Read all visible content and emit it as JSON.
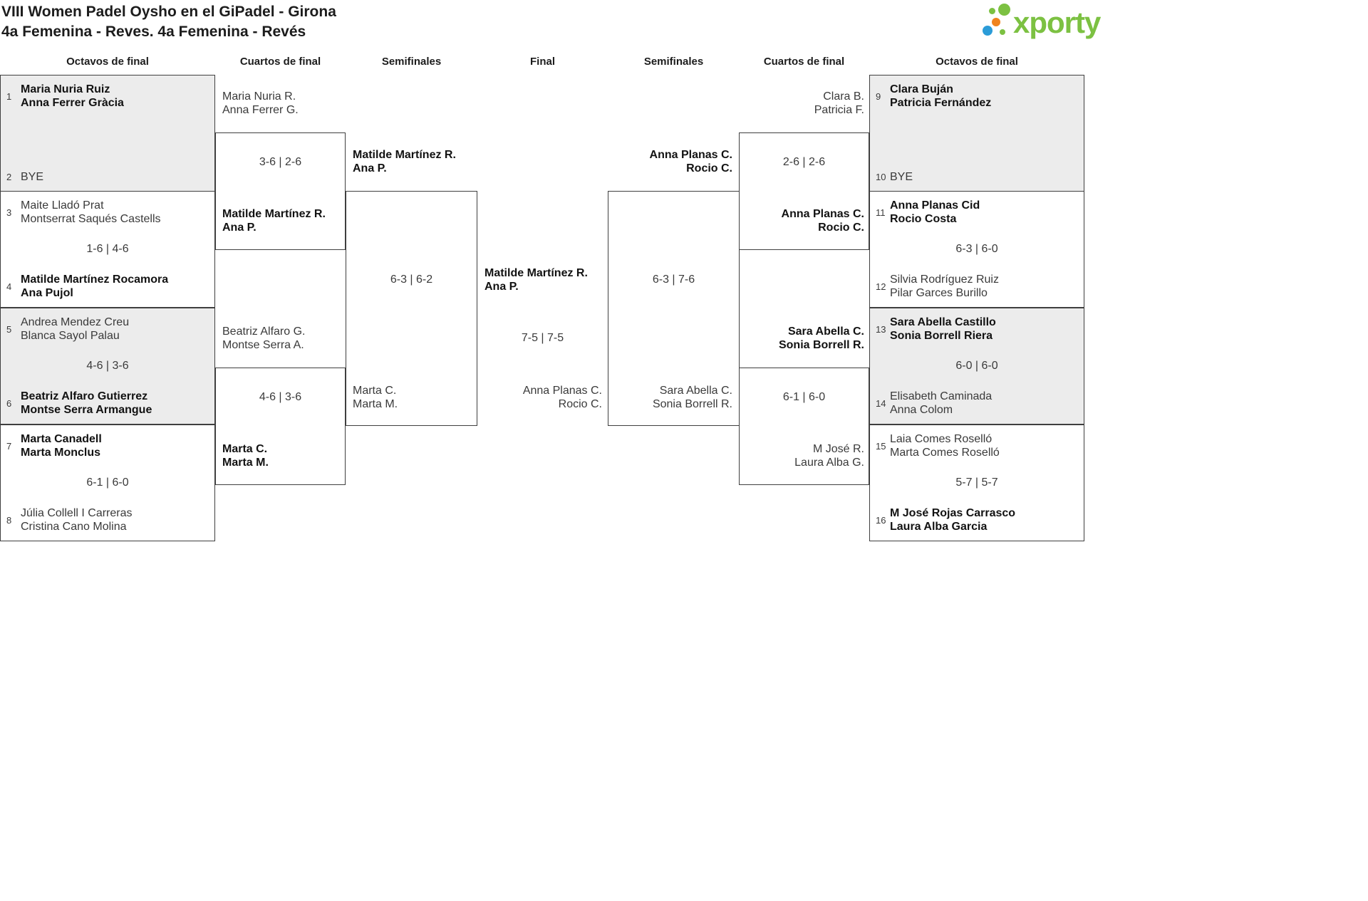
{
  "title": {
    "line1": "VIII Women Padel Oysho en el GiPadel - Girona",
    "line2": "4a Femenina - Reves. 4a Femenina - Revés"
  },
  "logo": {
    "text": "xporty"
  },
  "rounds": [
    "Octavos de final",
    "Cuartos de final",
    "Semifinales",
    "Final",
    "Semifinales",
    "Cuartos de final",
    "Octavos de final"
  ],
  "octavos_left": [
    {
      "seed_top": "1",
      "top1": "Maria Nuria Ruiz",
      "top2": "Anna Ferrer Gràcia",
      "score": "",
      "seed_bottom": "2",
      "bottom1": "BYE",
      "bottom2": ""
    },
    {
      "seed_top": "3",
      "top1": "Maite Lladó Prat",
      "top2": "Montserrat Saqués Castells",
      "score": "1-6 | 4-6",
      "seed_bottom": "4",
      "bottom1": "Matilde Martínez Rocamora",
      "bottom2": "Ana Pujol"
    },
    {
      "seed_top": "5",
      "top1": "Andrea Mendez Creu",
      "top2": "Blanca Sayol Palau",
      "score": "4-6 | 3-6",
      "seed_bottom": "6",
      "bottom1": "Beatriz Alfaro Gutierrez",
      "bottom2": "Montse Serra Armangue"
    },
    {
      "seed_top": "7",
      "top1": "Marta Canadell",
      "top2": "Marta Monclus",
      "score": "6-1 | 6-0",
      "seed_bottom": "8",
      "bottom1": "Júlia Collell I Carreras",
      "bottom2": "Cristina Cano Molina"
    }
  ],
  "octavos_right": [
    {
      "seed_top": "9",
      "top1": "Clara Buján",
      "top2": "Patricia Fernández",
      "score": "",
      "seed_bottom": "10",
      "bottom1": "BYE",
      "bottom2": ""
    },
    {
      "seed_top": "11",
      "top1": "Anna Planas Cid",
      "top2": "Rocio Costa",
      "score": "6-3 | 6-0",
      "seed_bottom": "12",
      "bottom1": "Silvia Rodríguez Ruiz",
      "bottom2": "Pilar Garces Burillo"
    },
    {
      "seed_top": "13",
      "top1": "Sara Abella Castillo",
      "top2": "Sonia Borrell Riera",
      "score": "6-0 | 6-0",
      "seed_bottom": "14",
      "bottom1": "Elisabeth Caminada",
      "bottom2": "Anna Colom"
    },
    {
      "seed_top": "15",
      "top1": "Laia Comes Roselló",
      "top2": "Marta Comes Roselló",
      "score": "5-7 | 5-7",
      "seed_bottom": "16",
      "bottom1": "M José Rojas Carrasco",
      "bottom2": "Laura Alba Garcia"
    }
  ],
  "cuartos_left": [
    {
      "top1": "Maria Nuria R.",
      "top2": "Anna Ferrer G.",
      "score": "3-6 | 2-6",
      "bottom1": "Matilde Martínez R.",
      "bottom2": "Ana P."
    },
    {
      "top1": "Beatriz Alfaro G.",
      "top2": "Montse Serra A.",
      "score": "4-6 | 3-6",
      "bottom1": "Marta C.",
      "bottom2": "Marta M."
    }
  ],
  "cuartos_right": [
    {
      "top1": "Clara B.",
      "top2": "Patricia F.",
      "score": "2-6 | 2-6",
      "bottom1": "Anna Planas C.",
      "bottom2": "Rocio C."
    },
    {
      "top1": "Sara Abella C.",
      "top2": "Sonia Borrell R.",
      "score": "6-1 | 6-0",
      "bottom1": "M José R.",
      "bottom2": "Laura Alba G."
    }
  ],
  "semi_left": {
    "top1": "Matilde Martínez R.",
    "top2": "Ana P.",
    "score": "6-3 | 6-2",
    "bottom1": "Marta C.",
    "bottom2": "Marta M."
  },
  "semi_right": {
    "top1": "Anna Planas C.",
    "top2": "Rocio C.",
    "score": "6-3 | 7-6",
    "bottom1": "Sara Abella C.",
    "bottom2": "Sonia Borrell R."
  },
  "final": {
    "top1": "Matilde Martínez R.",
    "top2": "Ana P.",
    "score": "7-5 | 7-5",
    "bottom1": "Anna Planas C.",
    "bottom2": "Rocio C."
  },
  "colors": {
    "green": "#7cc142",
    "orange": "#f0831e",
    "blue": "#2b9cd8"
  }
}
